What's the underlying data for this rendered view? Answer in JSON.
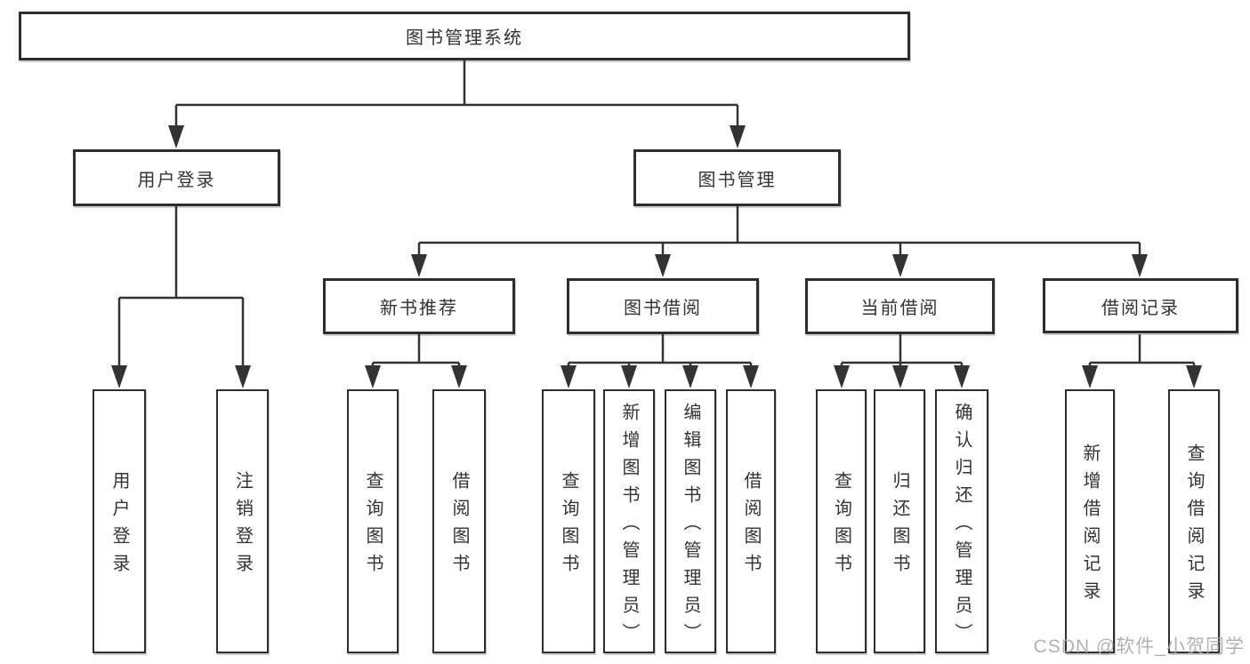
{
  "tree": {
    "root": {
      "label": "图书管理系统",
      "children": [
        {
          "label": "用户登录",
          "children": [
            {
              "label": "用户登录"
            },
            {
              "label": "注销登录"
            }
          ]
        },
        {
          "label": "图书管理",
          "children": [
            {
              "label": "新书推荐",
              "children": [
                {
                  "label": "查询图书"
                },
                {
                  "label": "借阅图书"
                }
              ]
            },
            {
              "label": "图书借阅",
              "children": [
                {
                  "label": "查询图书"
                },
                {
                  "label": "新增图书（管理员）"
                },
                {
                  "label": "编辑图书（管理员）"
                },
                {
                  "label": "借阅图书"
                }
              ]
            },
            {
              "label": "当前借阅",
              "children": [
                {
                  "label": "查询图书"
                },
                {
                  "label": "归还图书"
                },
                {
                  "label": "确认归还（管理员）"
                }
              ]
            },
            {
              "label": "借阅记录",
              "children": [
                {
                  "label": "新增借阅记录"
                },
                {
                  "label": "查询借阅记录"
                }
              ]
            }
          ]
        }
      ]
    }
  },
  "watermark": {
    "text": "CSDN @软件_小贺同学"
  },
  "colors": {
    "background": "#ffffff",
    "line": "#333333",
    "box_border": "#2e2e2e",
    "text": "#333333",
    "watermark": "#aaaaaa"
  }
}
